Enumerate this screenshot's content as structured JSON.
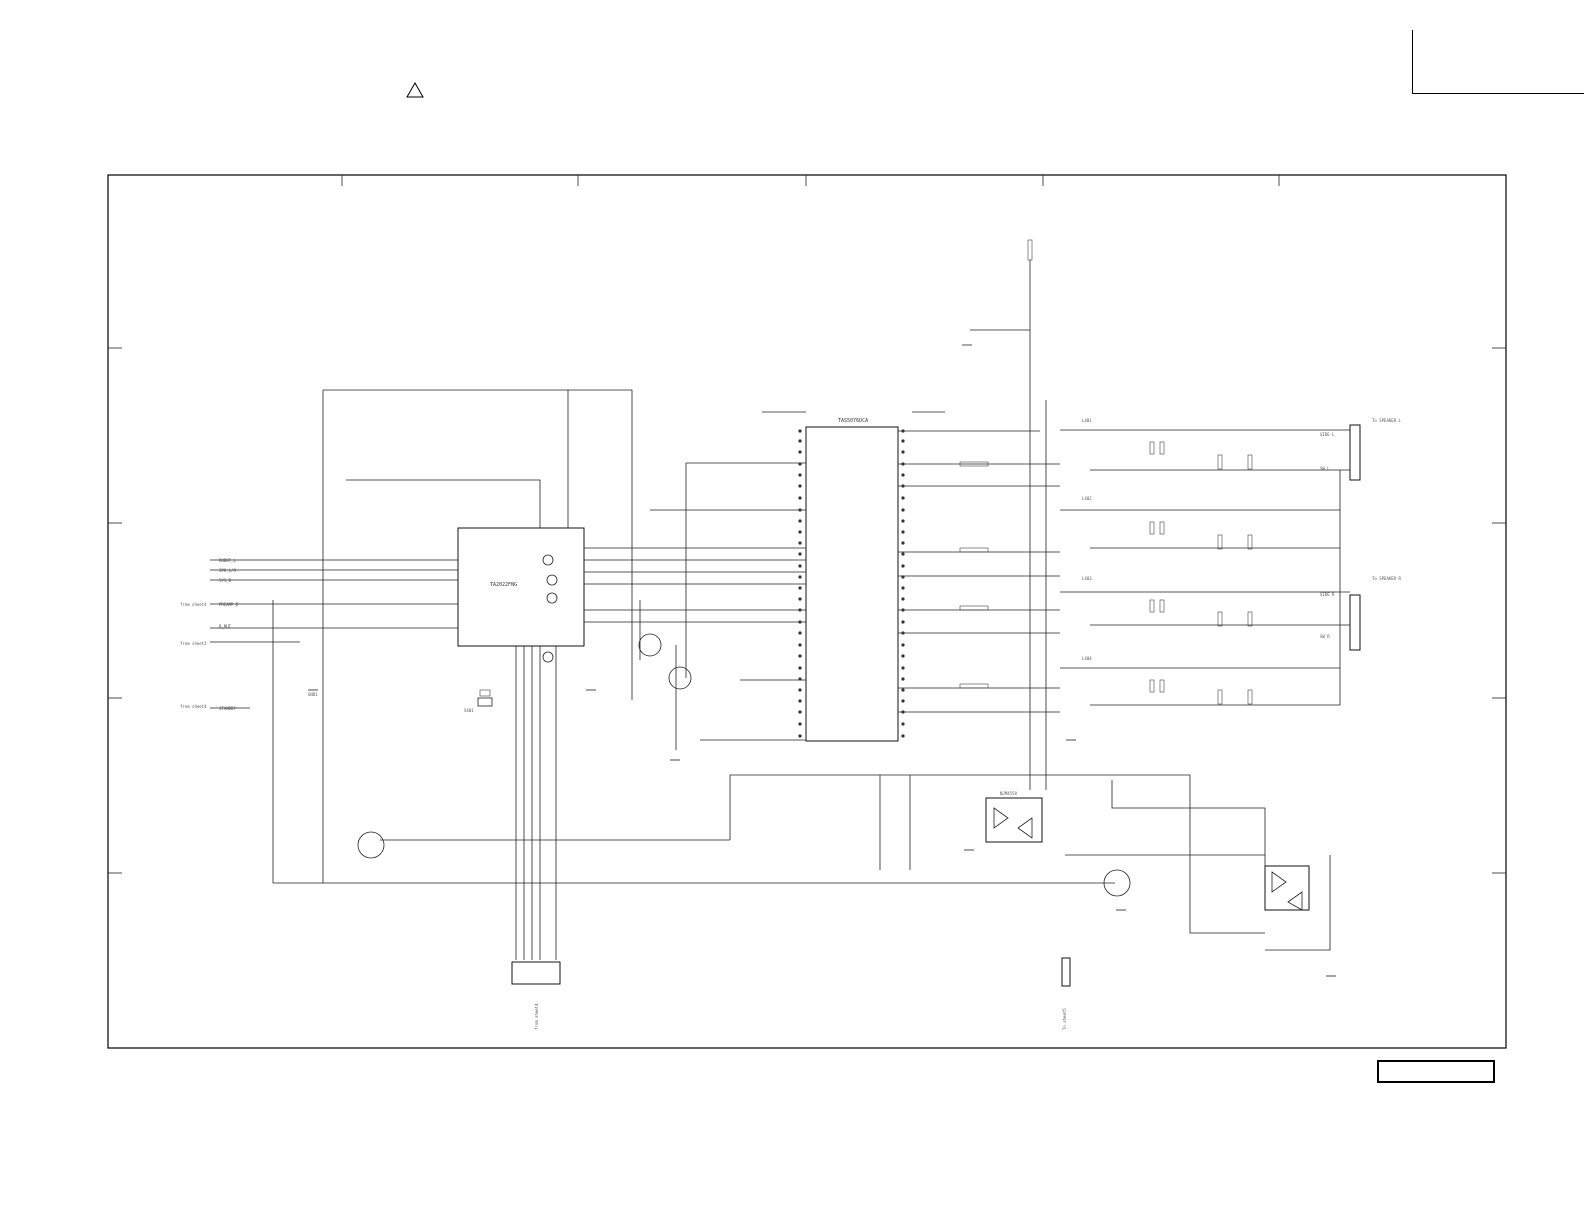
{
  "sheet": {
    "model_box_text": "",
    "warning_symbol": "caution-triangle"
  },
  "schematic": {
    "main_ic_label": "TA2022FNG",
    "dsp_ic_label": "TAS5076DCA",
    "opamp_label": "NJM4558",
    "crystal_label": "X401",
    "left_connector_labels": [
      "ROBOT_L",
      "SPK_L/R",
      "SYS_D",
      "PREAMP_D",
      "B_MUT",
      "STANDBY"
    ],
    "from_labels": [
      "from sheet4",
      "from sheet3",
      "from sheet4"
    ],
    "right_connector_labels": [
      "To SPEAKER L",
      "To SPEAKER R"
    ],
    "right_pin_labels": [
      "SIDE L",
      "SW L",
      "SIDE R",
      "SW R"
    ],
    "inductor_labels": [
      "L401",
      "L402",
      "L403",
      "L404"
    ],
    "gnd_label": "GND1",
    "bottom_connector_label": "from sheet4",
    "to_label": "To sheet5"
  },
  "colors": {
    "line": "#222222",
    "background": "#ffffff"
  }
}
